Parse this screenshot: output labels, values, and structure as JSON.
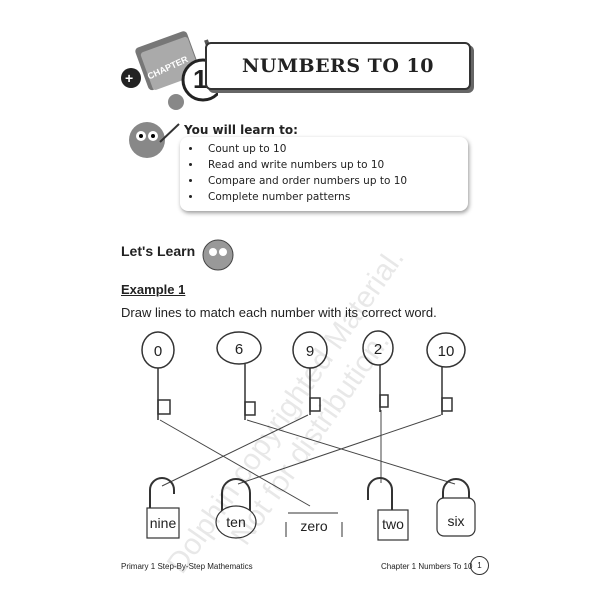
{
  "chapter": {
    "badge_label": "CHAPTER",
    "number": "1",
    "title": "NUMBERS TO 10"
  },
  "objectives": {
    "heading": "You will learn to:",
    "items": [
      "Count up to 10",
      "Read and write numbers up to 10",
      "Compare and order numbers up to 10",
      "Complete number patterns"
    ]
  },
  "lets_learn": "Let's Learn",
  "example": {
    "title": "Example 1",
    "instruction": "Draw lines to match each number with its correct word.",
    "keys": [
      "0",
      "6",
      "9",
      "2",
      "10"
    ],
    "locks": [
      "nine",
      "ten",
      "zero",
      "two",
      "six"
    ]
  },
  "watermark": {
    "line1": "Dolphin copyrighted Material.",
    "line2": "Not for distribution."
  },
  "footer": {
    "left": "Primary 1 Step-By-Step Mathematics",
    "right": "Chapter 1 Numbers To 10",
    "page": "1"
  }
}
